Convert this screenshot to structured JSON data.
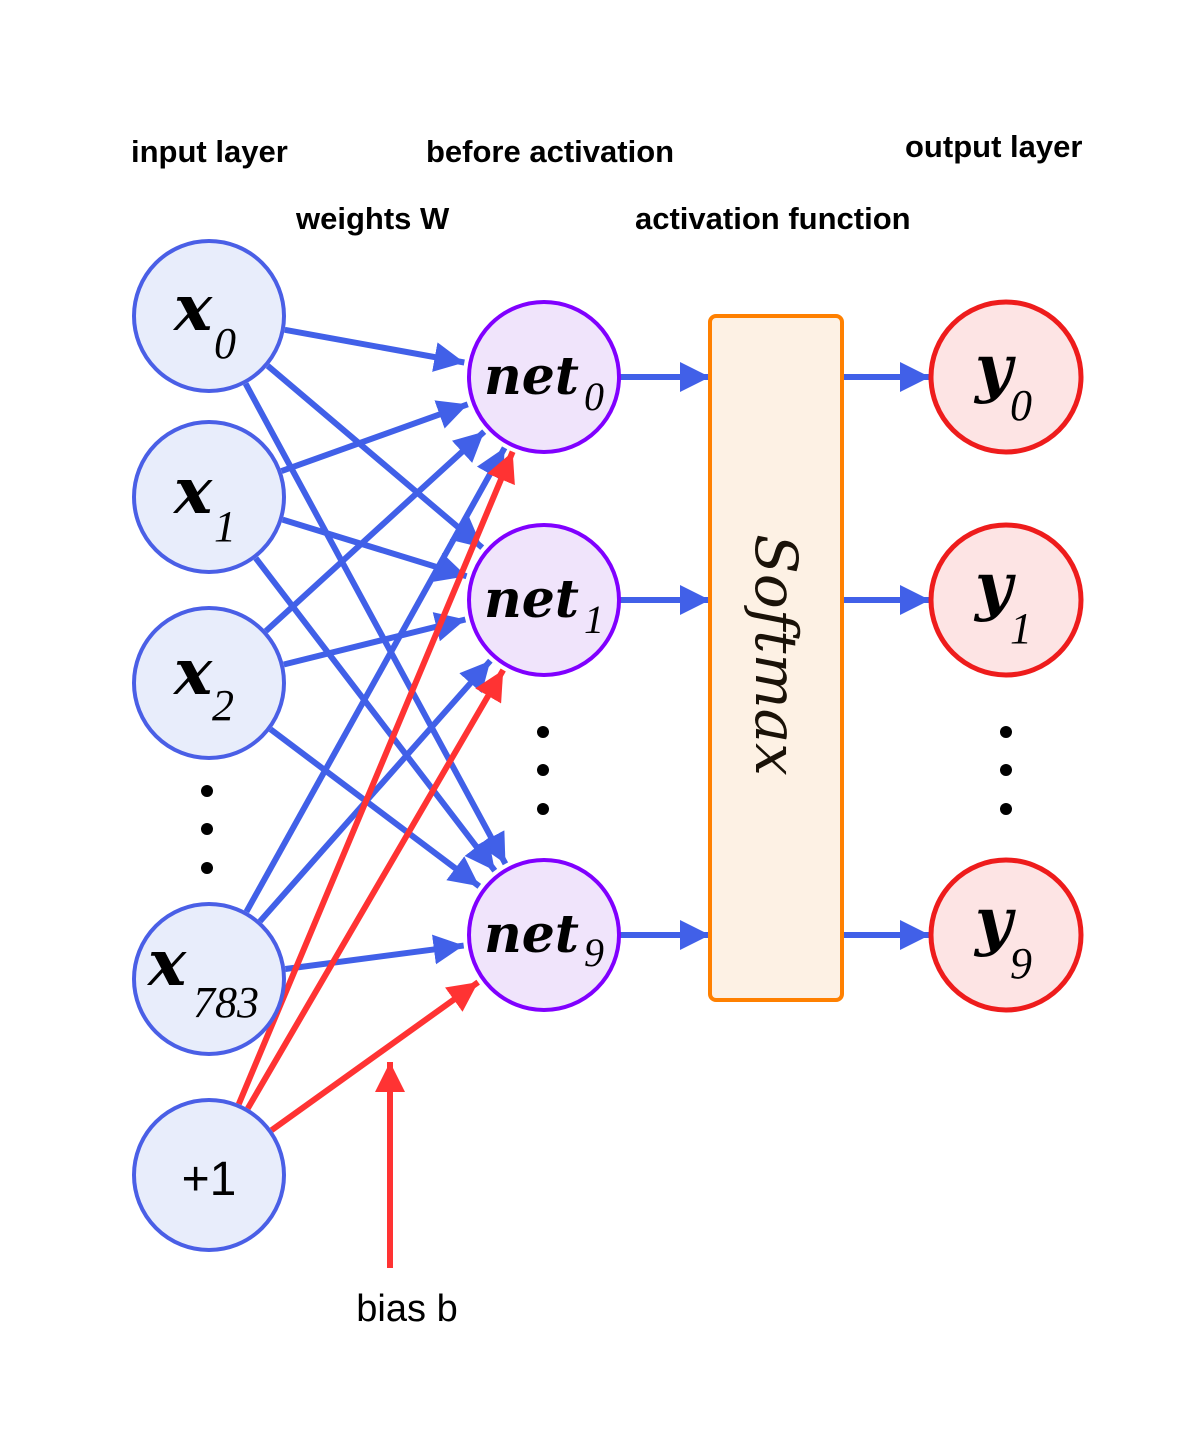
{
  "labels": {
    "input_layer": "input layer",
    "weights": "weights W",
    "before_activation": "before activation",
    "activation_function": "activation function",
    "output_layer": "output layer",
    "bias": "bias b"
  },
  "input_nodes": [
    {
      "symbol": "x",
      "subscript": "0"
    },
    {
      "symbol": "x",
      "subscript": "1"
    },
    {
      "symbol": "x",
      "subscript": "2"
    },
    {
      "symbol": "x",
      "subscript": "783"
    }
  ],
  "bias_node": {
    "label": "+1"
  },
  "net_nodes": [
    {
      "symbol": "net",
      "subscript": "0"
    },
    {
      "symbol": "net",
      "subscript": "1"
    },
    {
      "symbol": "net",
      "subscript": "9"
    }
  ],
  "activation": {
    "label": "Softmax"
  },
  "output_nodes": [
    {
      "symbol": "y",
      "subscript": "0"
    },
    {
      "symbol": "y",
      "subscript": "1"
    },
    {
      "symbol": "y",
      "subscript": "9"
    }
  ],
  "ellipsis": "⋮",
  "colors": {
    "input_stroke": "#4a5fe6",
    "input_fill": "#e8edfb",
    "net_stroke": "#8000ff",
    "net_fill": "#f0e4fb",
    "output_stroke": "#ee1c1c",
    "output_fill": "#fde4e4",
    "softmax_stroke": "#ff8000",
    "softmax_fill": "#fdf1e4",
    "weight_edge": "#4160e8",
    "bias_edge": "#ff3333"
  }
}
